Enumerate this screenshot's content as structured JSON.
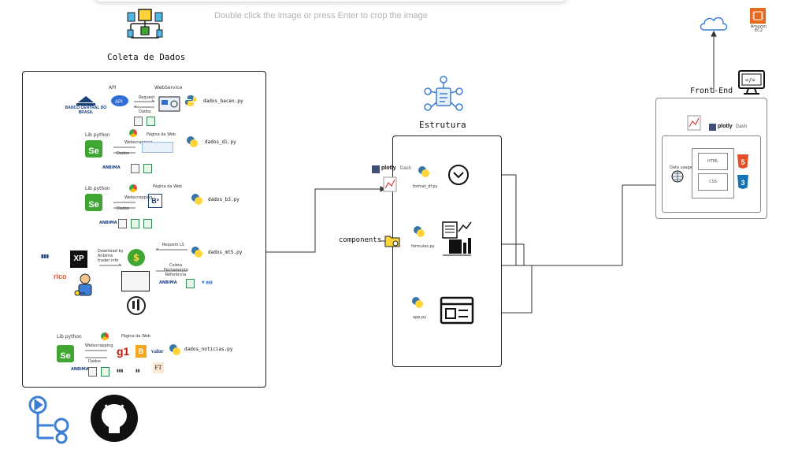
{
  "hint": "Double click the image or press Enter to crop the image",
  "sections": {
    "coleta": "Coleta de Dados",
    "estrutura": "Estrutura",
    "frontend": "Front-End",
    "components": "components"
  },
  "coleta": {
    "row1": {
      "api": "API",
      "webservice": "WebService",
      "request": "Request",
      "dados": "Dados",
      "file": "dados_bacen.py",
      "bank": "BANCO CENTRAL DO BRASIL"
    },
    "row2": {
      "lib": "Lib python",
      "scraping": "Webscrapping",
      "pagina": "Página da Web",
      "dados": "Dados",
      "file": "dados_di.py"
    },
    "row3": {
      "lib": "Lib python",
      "scraping": "Webscrapping",
      "pagina": "Página da Web",
      "dados": "Dados",
      "file": "dados_b3.py",
      "b3": "B³"
    },
    "row4": {
      "download": "Download by Anbima trader info",
      "request": "Request LS",
      "coleta": "Coleta Fechamento Referência",
      "file": "dados_mt5.py",
      "xp": "XP",
      "rico": "rico"
    },
    "row5": {
      "lib": "Lib python",
      "scraping": "Webscrapping",
      "pagina": "Página da Web",
      "dados": "Dados",
      "file": "dados_noticias.py",
      "g1": "g1",
      "valor": "valor",
      "ft": "FT",
      "b": "B"
    }
  },
  "estrutura": {
    "plotly": "plotly",
    "dash": "Dash",
    "files": [
      "format_df.py",
      "formulas.py",
      "app.py"
    ]
  },
  "frontend": {
    "plotly": "plotly",
    "dash": "Dash",
    "html": "HTML",
    "css": "CSS",
    "html5": "5",
    "css3": "3",
    "data_usage": "Data usage",
    "aws_label": "Amazon EC2"
  },
  "colors": {
    "selenium": "#3fa632",
    "python_blue": "#3776ab",
    "python_yellow": "#ffd43b",
    "html5": "#e34f26",
    "css3": "#1572b6",
    "aws": "#e46a1f",
    "github": "#111111",
    "actions": "#3d7fd6"
  }
}
